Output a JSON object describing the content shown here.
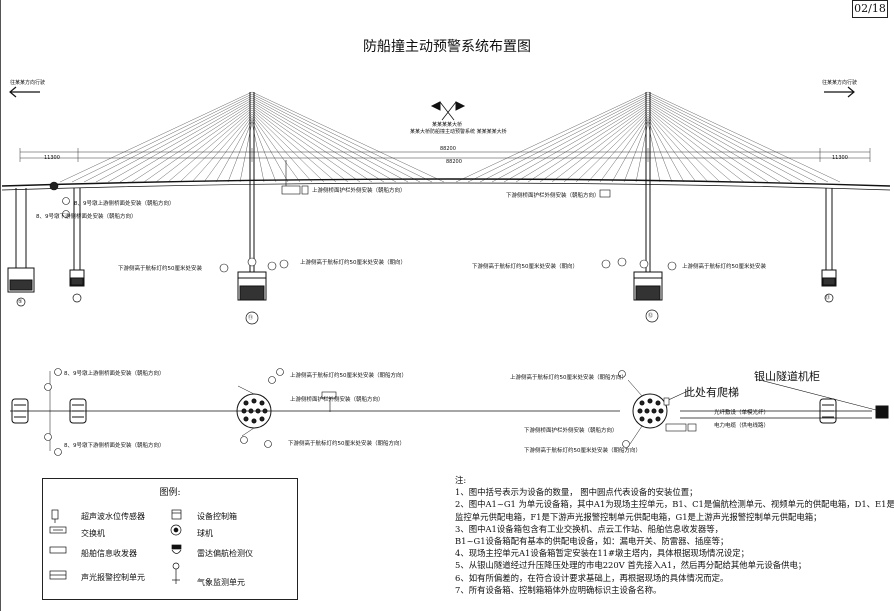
{
  "page_number": "02/18",
  "title": "防船撞主动预警系统布置图",
  "direction_left": "往某某方向行驶",
  "direction_right": "往某某方向行驶",
  "dim_top": "88200",
  "dim_mid": "88200",
  "dim_left": "11300",
  "dim_right": "11300",
  "flag_caption": "某某某某大桥",
  "flag_subcaption": "某某大桥防船撞主动预警系统 某某某某大桥",
  "pier_labels": [
    "⑤",
    "⑪",
    "⑫",
    "⑬"
  ],
  "elevation_labels": {
    "pier8_9_up": "8、9号墩上游侧桥面处安装（朝船方向）",
    "pier8_9_down": "8、9号墩下游侧桥面处安装（朝船方向）",
    "tower_up_rail": "上游侧桥面护栏外侧安装（朝船方向）",
    "tower_down_rail": "下游侧桥面护栏外侧安装（朝船方向）",
    "tower_up_light": "上游侧高于航标灯约50厘米处安装（朝向）",
    "tower_down_light_l": "下游侧高于航标灯约50厘米处安装",
    "tower_down_light_r": "下游侧高于航标灯约50厘米处安装（朝向）",
    "tower_up_light_r": "上游侧高于航标灯约50厘米处安装"
  },
  "plan_labels": {
    "p89_up": "8、9号墩上游侧桥面处安装（朝船方向）",
    "p89_down": "8、9号墩下游侧桥面处安装（朝船方向）",
    "t1_up_light": "上游侧高于航标灯约50厘米处安装（朝船方向）",
    "t1_up_rail": "上游侧桥面护栏外侧安装（朝船方向）",
    "t1_down_light": "下游侧高于航标灯约50厘米处安装（朝船方向）",
    "t2_up_light": "上游侧高于航标灯约50厘米处安装（朝船方向）",
    "t2_down_rail": "下游侧桥面护栏外侧安装（朝船方向）",
    "t2_down_light": "下游侧高于航标灯约50厘米处安装（朝船方向）",
    "cable1": "光纤敷设（单模光纤）",
    "cable2": "电力电缆（供电线路）"
  },
  "callout_ladder": "此处有爬梯",
  "tunnel_label": "银山隧道机柜",
  "legend": {
    "title": "图例:",
    "items": [
      {
        "icon": "ultrasonic-sensor-icon",
        "label": "超声波水位传感器"
      },
      {
        "icon": "equipment-box-icon",
        "label": "设备控制箱"
      },
      {
        "icon": "switch-icon",
        "label": "交换机"
      },
      {
        "icon": "dome-camera-icon",
        "label": "球机"
      },
      {
        "icon": "ship-info-receiver-icon",
        "label": "船舶信息收发器"
      },
      {
        "icon": "radar-icon",
        "label": "雷达偏航检测仪"
      },
      {
        "icon": "alarm-unit-icon",
        "label": "声光报警控制单元"
      },
      {
        "icon": "weather-station-icon",
        "label": "气象监测单元"
      }
    ]
  },
  "notes": {
    "heading": "注:",
    "lines": [
      "1、图中括号表示为设备的数量，  图中圆点代表设备的安装位置；",
      "2、图中A1~G1 为单元设备箱，其中A1为现场主控单元，B1、C1是偏航检测单元、视频单元的供配电箱，D1、E1是视频",
      "     监控单元供配电箱，F1是下游声光报警控制单元供配电箱，G1是上游声光报警控制单元供配电箱；",
      "3、图中A1设备箱包含有工业交换机、点云工作站、船舶信息收发器等，",
      "     B1~G1设备箱配有基本的供配电设备，如：漏电开关、防雷器、插座等；",
      "4、现场主控单元A1设备箱暂定安装在11#墩主塔内，具体根据现场情况设定；",
      "5、从银山隧道经过升压降压处理的市电220V 首先接入A1，然后再分配给其他单元设备供电；",
      "6、如有所偏差的，在符合设计要求基础上，再根据现场的具体情况而定。",
      "7、所有设备箱、控制箱箱体外应明确标识主设备名称。"
    ]
  }
}
